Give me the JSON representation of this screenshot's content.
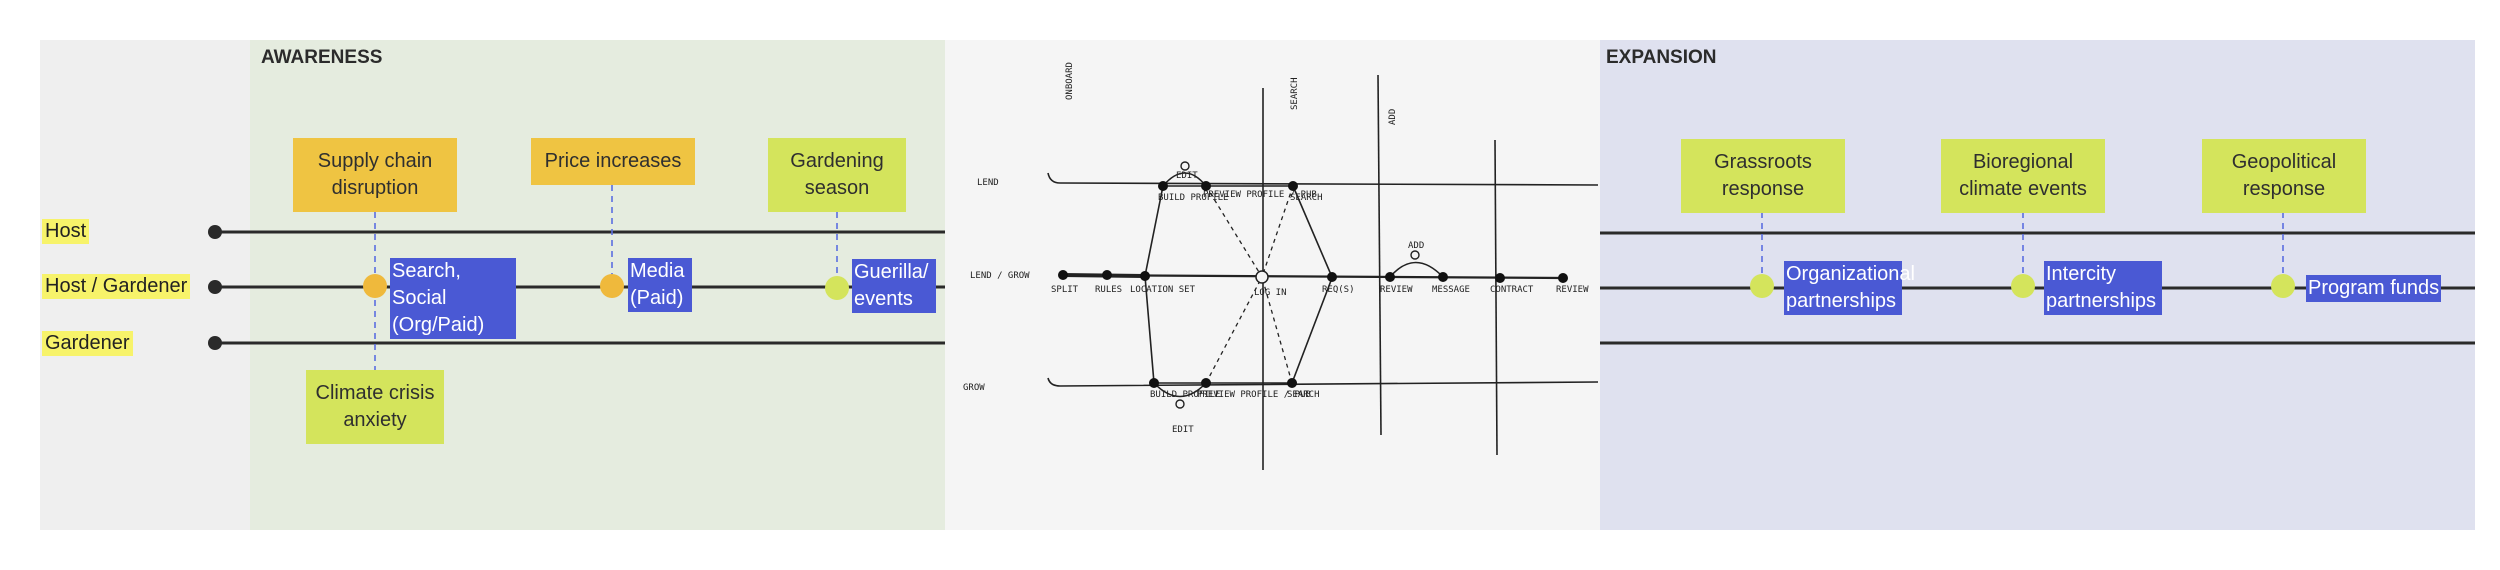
{
  "sections": {
    "awareness": "AWARENESS",
    "expansion": "EXPANSION"
  },
  "lanes": {
    "host": "Host",
    "host_gardener": "Host / Gardener",
    "gardener": "Gardener"
  },
  "stickies": {
    "supply_chain": "Supply chain disruption",
    "price_increases": "Price increases",
    "gardening_season": "Gardening season",
    "climate_crisis": "Climate crisis anxiety",
    "grassroots": "Grassroots response",
    "bioregional": "Bioregional climate events",
    "geopolitical": "Geopolitical response"
  },
  "tags": {
    "search_social": "Search, Social (Org/Paid)",
    "media": "Media (Paid)",
    "guerilla": "Guerilla/ events",
    "organizational": "Organizational partnerships",
    "intercity": "Intercity partnerships",
    "program_funds": "Program funds"
  },
  "sketch": {
    "col_onboard": "ONBOARD",
    "col_search": "SEARCH",
    "col_add": "ADD",
    "row_lend": "LEND",
    "row_lend_grow": "LEND / GROW",
    "row_grow": "GROW",
    "n_split": "SPLIT",
    "n_rules": "RULES",
    "n_location_set": "LOCATION SET",
    "n_log_in": "LOG IN",
    "n_reqs": "REQ(S)",
    "n_review": "REVIEW",
    "n_message": "MESSAGE",
    "n_contract": "CONTRACT",
    "n_review2": "REVIEW",
    "n_build_profile_top": "BUILD PROFILE",
    "n_edit_top": "EDIT",
    "n_preview_top": "PREVIEW PROFILE / PUB",
    "n_search_top": "SEARCH",
    "n_build_profile_bot": "BUILD PROFILE",
    "n_preview_bot": "PREVIEW PROFILE / PUB",
    "n_edit_bot": "EDIT",
    "n_search_bot": "SEARCH",
    "n_add": "ADD"
  },
  "colors": {
    "lane_line": "#2a2a2a",
    "dash": "#5b6ee0",
    "orange_dot": "#efb93c",
    "lime_dot": "#d4e45c",
    "tag_bg": "#4a59d4"
  }
}
